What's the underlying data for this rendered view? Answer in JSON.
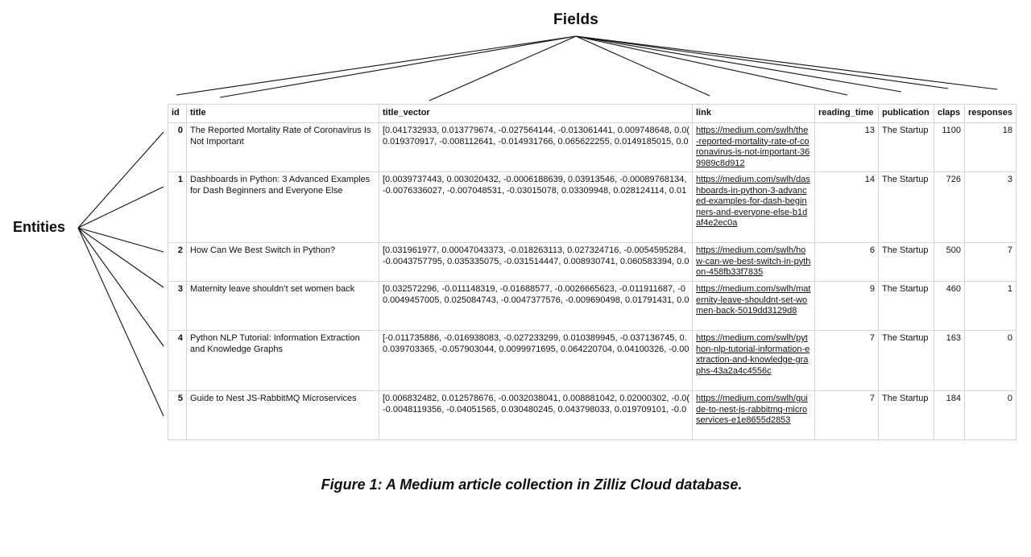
{
  "labels": {
    "fields": "Fields",
    "entities": "Entities"
  },
  "table": {
    "columns": [
      "id",
      "title",
      "title_vector",
      "link",
      "reading_time",
      "publication",
      "claps",
      "responses"
    ],
    "rows": [
      {
        "id": "0",
        "title": "The Reported Mortality Rate of Coronavirus Is Not Important",
        "vector_line1": "[0.041732933, 0.013779674, -0.027564144, -0.013061441, 0.009748648, 0.0(",
        "vector_line2": "0.019370917, -0.008112641, -0.014931766, 0.065622255, 0.0149185015, 0.0",
        "link": "https://medium.com/swlh/the-reported-mortality-rate-of-coronavirus-is-not-important-369989c8d912",
        "reading_time": "13",
        "publication": "The Startup",
        "claps": "1100",
        "responses": "18"
      },
      {
        "id": "1",
        "title": "Dashboards in Python: 3 Advanced Examples for Dash Beginners and Everyone Else",
        "vector_line1": "[0.0039737443, 0.003020432, -0.0006188639, 0.03913546, -0.00089768134,",
        "vector_line2": "-0.0076336027, -0.007048531, -0.03015078, 0.03309948, 0.028124114, 0.01",
        "link": "https://medium.com/swlh/dashboards-in-python-3-advanced-examples-for-dash-beginners-and-everyone-else-b1daf4e2ec0a",
        "reading_time": "14",
        "publication": "The Startup",
        "claps": "726",
        "responses": "3"
      },
      {
        "id": "2",
        "title": "How Can We Best Switch in Python?",
        "vector_line1": "[0.031961977, 0.00047043373, -0.018263113, 0.027324716, -0.0054595284,",
        "vector_line2": "-0.0043757795, 0.035335075, -0.031514447, 0.008930741, 0.060583394, 0.0",
        "link": "https://medium.com/swlh/how-can-we-best-switch-in-python-458fb33f7835",
        "reading_time": "6",
        "publication": "The Startup",
        "claps": "500",
        "responses": "7"
      },
      {
        "id": "3",
        "title": "Maternity leave shouldn’t set women back",
        "vector_line1": "[0.032572296, -0.011148319, -0.01688577, -0.0026665623, -0.011911687, -0",
        "vector_line2": "0.0049457005, 0.025084743, -0.0047377576, -0.009690498, 0.01791431, 0.0",
        "link": "https://medium.com/swlh/maternity-leave-shouldnt-set-women-back-5019dd3129d8",
        "reading_time": "9",
        "publication": "The Startup",
        "claps": "460",
        "responses": "1"
      },
      {
        "id": "4",
        "title": "Python NLP Tutorial: Information Extraction and Knowledge Graphs",
        "vector_line1": "[-0.011735886, -0.016938083, -0.027233299, 0.010389945, -0.037136745, 0.",
        "vector_line2": "0.039703365, -0.057903044, 0.0099971695, 0.064220704, 0.04100326, -0.00",
        "link": "https://medium.com/swlh/python-nlp-tutorial-information-extraction-and-knowledge-graphs-43a2a4c4556c",
        "reading_time": "7",
        "publication": "The Startup",
        "claps": "163",
        "responses": "0"
      },
      {
        "id": "5",
        "title": "Guide to Nest JS-RabbitMQ Microservices",
        "vector_line1": "[0.006832482, 0.012578676, -0.0032038041, 0.008881042, 0.02000302, -0.0(",
        "vector_line2": "-0.0048119356, -0.04051565, 0.030480245, 0.043798033, 0.019709101, -0.0",
        "link": "https://medium.com/swlh/guide-to-nest-js-rabbitmq-microservices-e1e8655d2853",
        "reading_time": "7",
        "publication": "The Startup",
        "claps": "184",
        "responses": "0"
      }
    ]
  },
  "caption": "Figure 1: A Medium article collection in Zilliz Cloud database."
}
